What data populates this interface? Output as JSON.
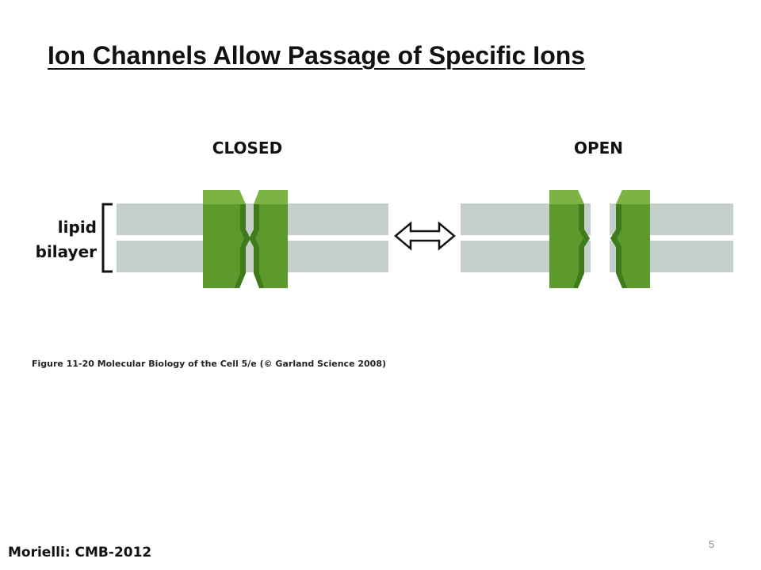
{
  "slide": {
    "title": "Ion Channels Allow Passage of Specific Ions",
    "page_number": "5",
    "footer": "Morielli: CMB-2012"
  },
  "figure": {
    "closed_label": "CLOSED",
    "open_label": "OPEN",
    "bilayer_label_line1": "lipid",
    "bilayer_label_line2": "bilayer",
    "caption": "Figure 11-20  Molecular Biology of the Cell 5/e (© Garland Science 2008)",
    "colors": {
      "membrane": "#c4cfc9",
      "channel_fill": "#5d9a2e",
      "channel_dark": "#3f7a1c",
      "channel_light": "#7cb342"
    },
    "icons": [
      "bracket-icon",
      "double-arrow-icon"
    ]
  }
}
